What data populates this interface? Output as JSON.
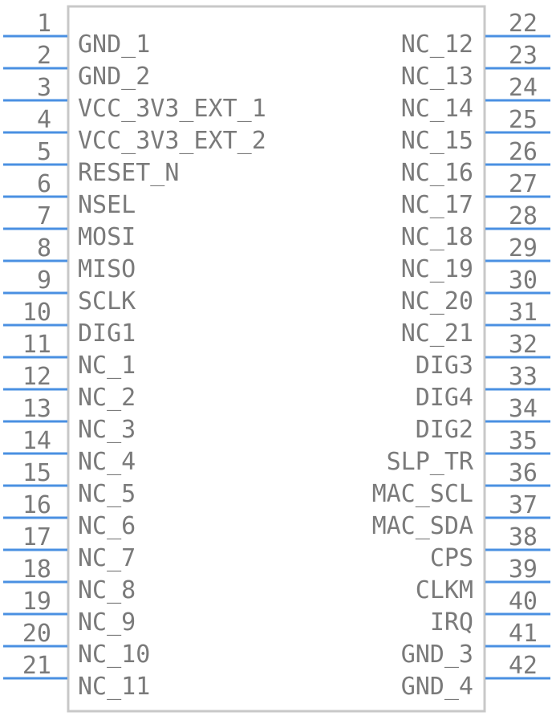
{
  "component": {
    "left_pins": [
      {
        "number": "1",
        "name": "GND_1"
      },
      {
        "number": "2",
        "name": "GND_2"
      },
      {
        "number": "3",
        "name": "VCC_3V3_EXT_1"
      },
      {
        "number": "4",
        "name": "VCC_3V3_EXT_2"
      },
      {
        "number": "5",
        "name": "RESET_N"
      },
      {
        "number": "6",
        "name": "NSEL"
      },
      {
        "number": "7",
        "name": "MOSI"
      },
      {
        "number": "8",
        "name": "MISO"
      },
      {
        "number": "9",
        "name": "SCLK"
      },
      {
        "number": "10",
        "name": "DIG1"
      },
      {
        "number": "11",
        "name": "NC_1"
      },
      {
        "number": "12",
        "name": "NC_2"
      },
      {
        "number": "13",
        "name": "NC_3"
      },
      {
        "number": "14",
        "name": "NC_4"
      },
      {
        "number": "15",
        "name": "NC_5"
      },
      {
        "number": "16",
        "name": "NC_6"
      },
      {
        "number": "17",
        "name": "NC_7"
      },
      {
        "number": "18",
        "name": "NC_8"
      },
      {
        "number": "19",
        "name": "NC_9"
      },
      {
        "number": "20",
        "name": "NC_10"
      },
      {
        "number": "21",
        "name": "NC_11"
      }
    ],
    "right_pins": [
      {
        "number": "22",
        "name": "NC_12"
      },
      {
        "number": "23",
        "name": "NC_13"
      },
      {
        "number": "24",
        "name": "NC_14"
      },
      {
        "number": "25",
        "name": "NC_15"
      },
      {
        "number": "26",
        "name": "NC_16"
      },
      {
        "number": "27",
        "name": "NC_17"
      },
      {
        "number": "28",
        "name": "NC_18"
      },
      {
        "number": "29",
        "name": "NC_19"
      },
      {
        "number": "30",
        "name": "NC_20"
      },
      {
        "number": "31",
        "name": "NC_21"
      },
      {
        "number": "32",
        "name": "DIG3"
      },
      {
        "number": "33",
        "name": "DIG4"
      },
      {
        "number": "34",
        "name": "DIG2"
      },
      {
        "number": "35",
        "name": "SLP_TR"
      },
      {
        "number": "36",
        "name": "MAC_SCL"
      },
      {
        "number": "37",
        "name": "MAC_SDA"
      },
      {
        "number": "38",
        "name": "CPS"
      },
      {
        "number": "39",
        "name": "CLKM"
      },
      {
        "number": "40",
        "name": "IRQ"
      },
      {
        "number": "41",
        "name": "GND_3"
      },
      {
        "number": "42",
        "name": "GND_4"
      }
    ],
    "colors": {
      "pin_line": "#4a90e2",
      "body_outline": "#c8c8c8",
      "text": "#7a7a7a"
    }
  }
}
